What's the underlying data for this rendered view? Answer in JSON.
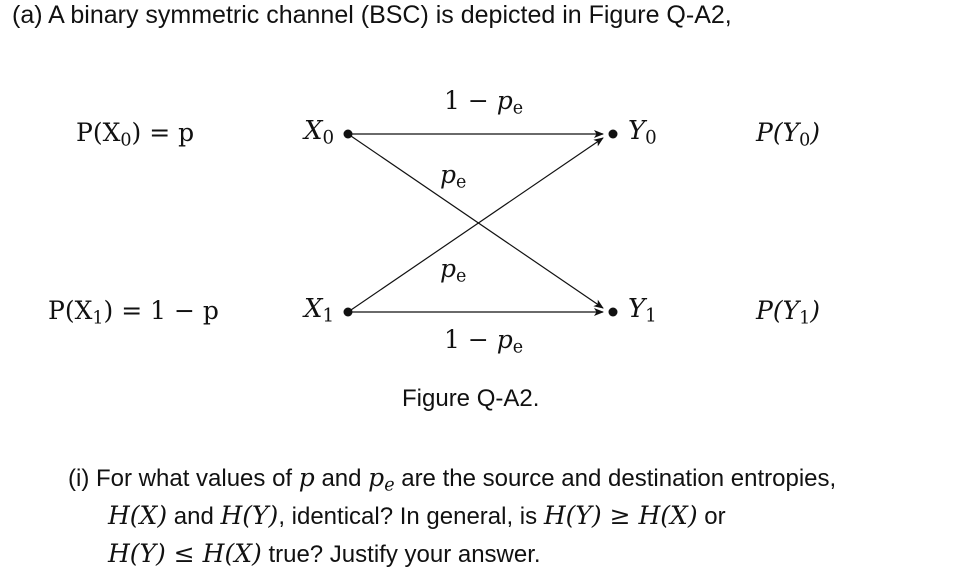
{
  "question": {
    "part_a": "(a) A binary symmetric channel (BSC) is depicted in Figure Q-A2,",
    "caption": "Figure Q-A2.",
    "part_i": {
      "label": "(i)",
      "t1": "For what values of",
      "m_p": "p",
      "t2": "and",
      "m_pe_base": "p",
      "m_pe_sub": "e",
      "t3": "are the source and destination entropies,",
      "m_HX": "H(X)",
      "t4": "and",
      "m_HY": "H(Y)",
      "t5": ", identical?  In general, is",
      "m_ge": "H(Y) ≥ H(X)",
      "t6": "or",
      "m_le": "H(Y) ≤ H(X)",
      "t7": "true? Justify your answer."
    }
  },
  "diagram": {
    "x0_label": "X",
    "x0_sub": "0",
    "x1_label": "X",
    "x1_sub": "1",
    "y0_label": "Y",
    "y0_sub": "0",
    "y1_label": "Y",
    "y1_sub": "1",
    "prob_x0": {
      "pre": "P(X",
      "sub": "0",
      "post": ") = p"
    },
    "prob_x1": {
      "pre": "P(X",
      "sub": "1",
      "post": ") = 1 − p"
    },
    "prob_y0": {
      "pre": "P(Y",
      "sub": "0",
      "post": ")"
    },
    "prob_y1": {
      "pre": "P(Y",
      "sub": "1",
      "post": ")"
    },
    "top_edge": {
      "pre": "1 − ",
      "base": "p",
      "sub": "e"
    },
    "bottom_edge": {
      "pre": "1 − ",
      "base": "p",
      "sub": "e"
    },
    "cross_upper": {
      "base": "p",
      "sub": "e"
    },
    "cross_lower": {
      "base": "p",
      "sub": "e"
    }
  }
}
